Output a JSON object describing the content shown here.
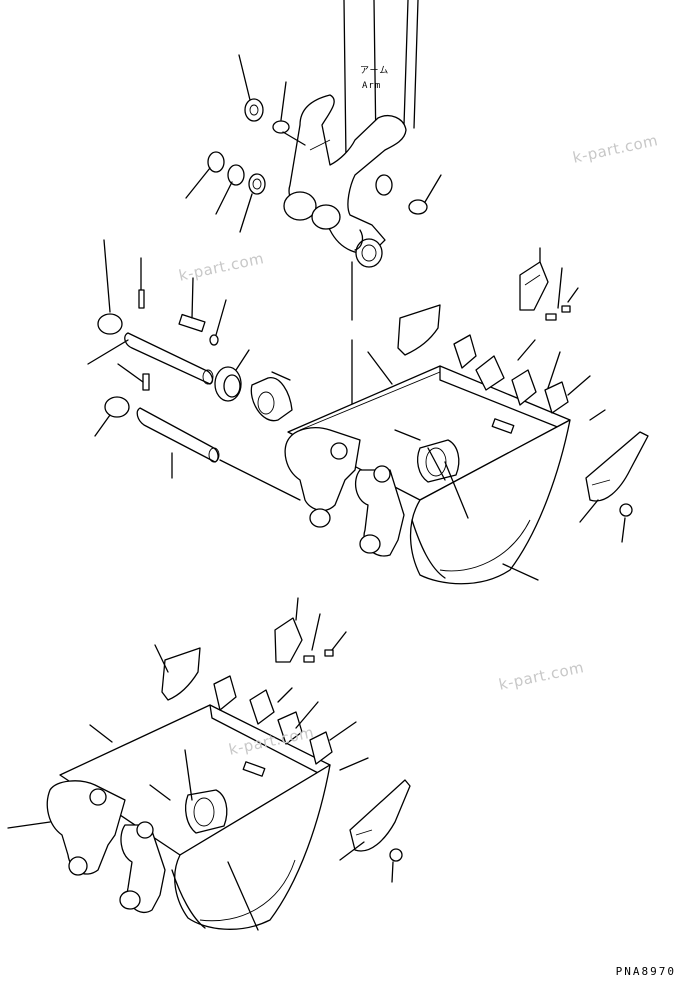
{
  "arm_label": {
    "jp": "アーム",
    "en": "Arm"
  },
  "watermarks": [
    "k-part.com",
    "k-part.com",
    "k-part.com",
    "k-part.com"
  ],
  "drawing_code": "PNA8970"
}
